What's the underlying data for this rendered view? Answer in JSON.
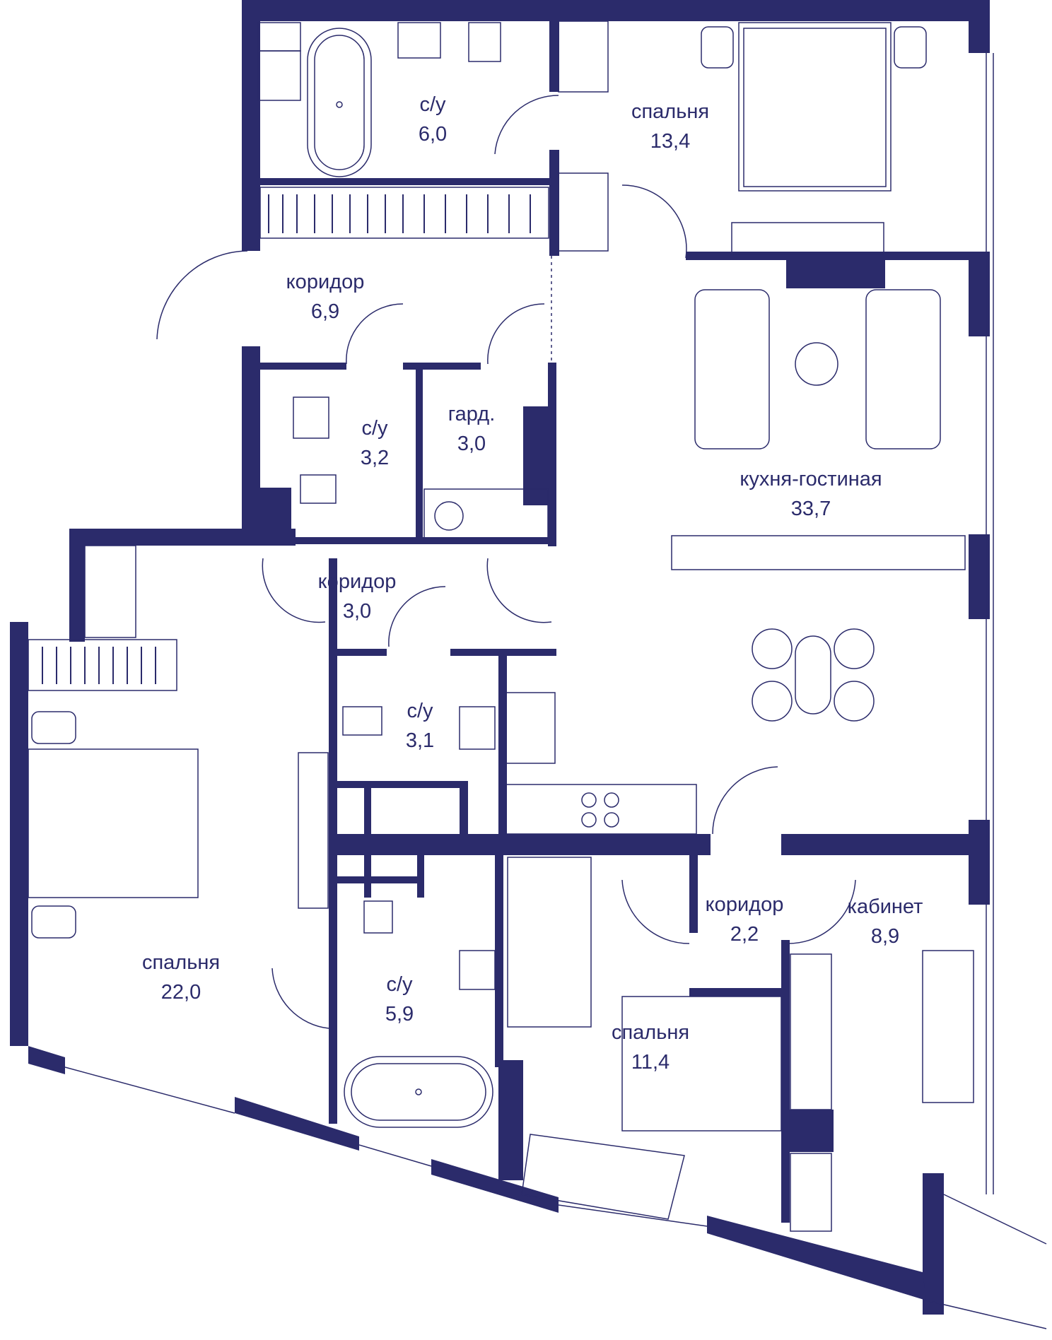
{
  "colors": {
    "wall": "#2b2b6b",
    "line": "#2b2b6b",
    "background": "#ffffff"
  },
  "rooms": [
    {
      "id": "bath-top",
      "name": "с/у",
      "area": "6,0"
    },
    {
      "id": "bedroom-top",
      "name": "спальня",
      "area": "13,4"
    },
    {
      "id": "corridor-top",
      "name": "коридор",
      "area": "6,9"
    },
    {
      "id": "wc-small",
      "name": "с/у",
      "area": "3,2"
    },
    {
      "id": "wardrobe",
      "name": "гард.",
      "area": "3,0"
    },
    {
      "id": "kitchen-living",
      "name": "кухня-гостиная",
      "area": "33,7"
    },
    {
      "id": "corridor-mid",
      "name": "коридор",
      "area": "3,0"
    },
    {
      "id": "wc-mid",
      "name": "с/у",
      "area": "3,1"
    },
    {
      "id": "bedroom-large",
      "name": "спальня",
      "area": "22,0"
    },
    {
      "id": "bath-bottom",
      "name": "с/у",
      "area": "5,9"
    },
    {
      "id": "bedroom-bottom",
      "name": "спальня",
      "area": "11,4"
    },
    {
      "id": "corridor-small",
      "name": "коридор",
      "area": "2,2"
    },
    {
      "id": "study",
      "name": "кабинет",
      "area": "8,9"
    }
  ]
}
